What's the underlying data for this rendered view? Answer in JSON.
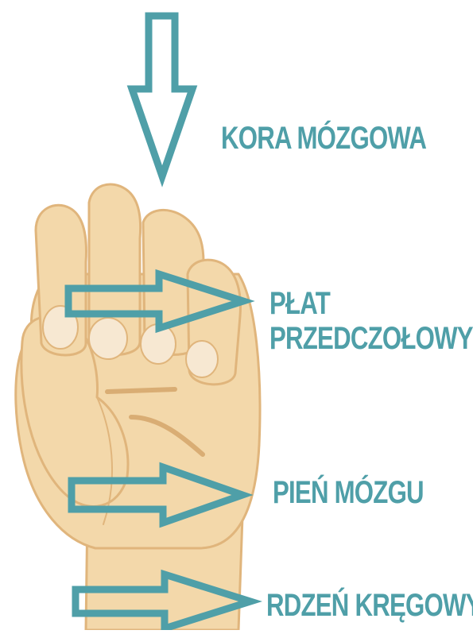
{
  "colors": {
    "arrow": "#4f9fa8",
    "label": "#4f9fa8",
    "skin": "#f3d8aa",
    "skin_outline": "#e0b57c",
    "nail": "#f7e8d2",
    "crease": "#d9ad74"
  },
  "labels": {
    "cortex": "KORA MÓZGOWA",
    "prefrontal_line1": "PŁAT",
    "prefrontal_line2": "PRZEDCZOŁOWY",
    "brainstem": "PIEŃ MÓZGU",
    "spinal_cord": "RDZEŃ KRĘGOWY"
  },
  "icons": {
    "hand": "closed-fist-hand-model-icon",
    "arrow_down": "arrow-down-icon",
    "arrow_right": "arrow-right-icon"
  }
}
